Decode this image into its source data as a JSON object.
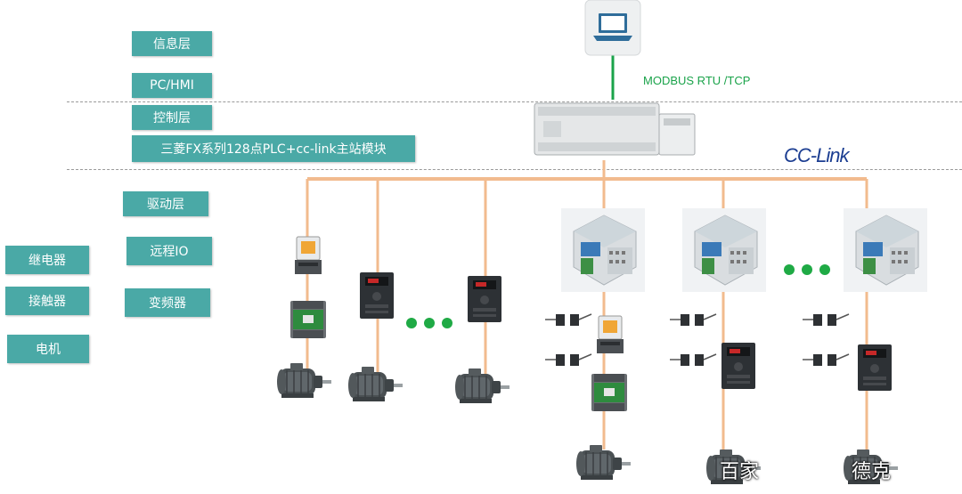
{
  "layers": {
    "info": "信息层",
    "pc_hmi": "PC/HMI",
    "control": "控制层",
    "plc_desc": "三菱FX系列128点PLC+cc-link主站模块",
    "drive": "驱动层",
    "remote_io": "远程IO",
    "inverter": "变频器"
  },
  "legend": {
    "relay": "继电器",
    "contactor": "接触器",
    "motor": "电机"
  },
  "network": {
    "protocol": "MODBUS RTU /TCP",
    "fieldbus_logo": "CC-Link"
  },
  "watermark": {
    "left": "百家",
    "right": "德克"
  },
  "colors": {
    "label_bg": "#4aa9a6",
    "bus_line": "#f2bb8e",
    "ethernet_line": "#1aa34a",
    "logo": "#1b3d91"
  }
}
